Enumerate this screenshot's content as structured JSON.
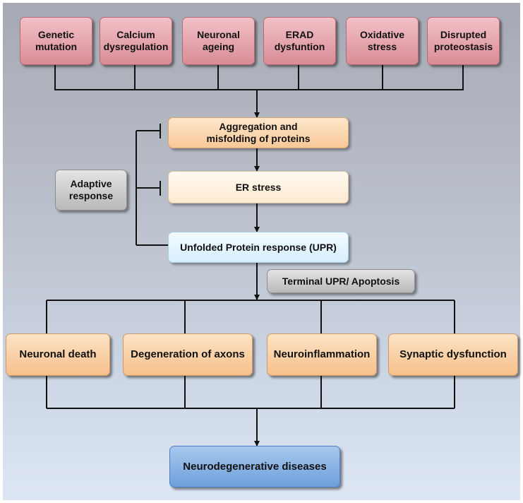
{
  "causes": [
    "Genetic\nmutation",
    "Calcium\ndysregulation",
    "Neuronal\nageing",
    "ERAD\ndysfuntion",
    "Oxidative\nstress",
    "Disrupted\nproteostasis"
  ],
  "aggregation": "Aggregation and\nmisfolding of proteins",
  "er_stress": "ER stress",
  "upr": "Unfolded Protein response (UPR)",
  "adaptive": "Adaptive\nresponse",
  "terminal": "Terminal UPR/ Apoptosis",
  "outcomes": [
    "Neuronal death",
    "Degeneration of axons",
    "Neuroinflammation",
    "Synaptic dysfunction"
  ],
  "final": "Neurodegenerative diseases"
}
